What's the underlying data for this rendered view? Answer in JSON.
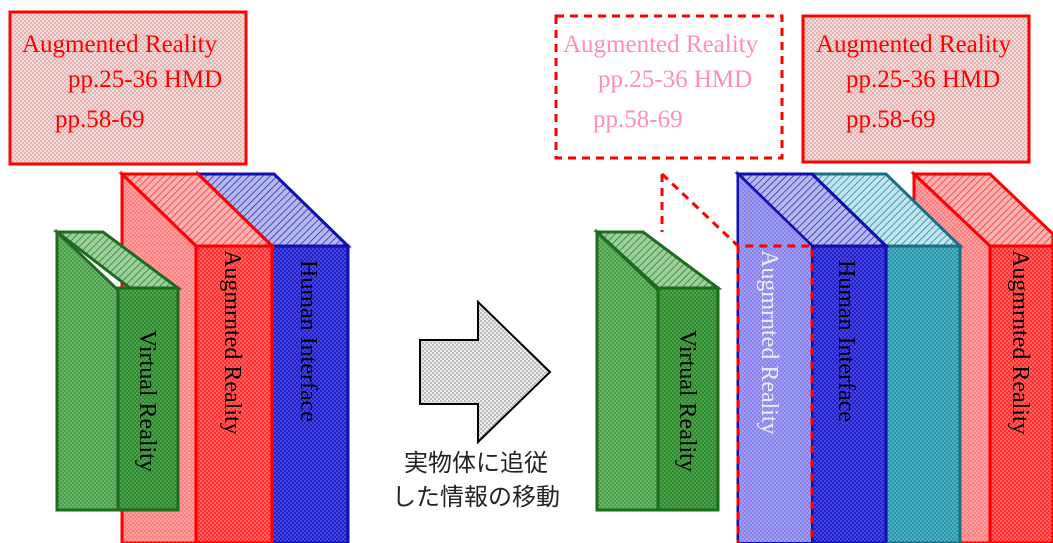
{
  "colors": {
    "red": "#ff0000",
    "red_fill": "#ff6a6a",
    "pink": "#ff8fb4",
    "green": "#1f6b1f",
    "green_fill": "#3e9a3e",
    "blue": "#1010b0",
    "blue_fill": "#2a2ad8",
    "teal": "#1a6f80",
    "teal_fill": "#2f9fb3",
    "violet_fill": "#7a78e8",
    "arrow_fill": "#e8e8e8"
  },
  "left_note": {
    "title": "Augmented Reality",
    "line1": "pp.25-36 HMD",
    "line2": "pp.58-69"
  },
  "ghost_note": {
    "title": "Augmented Reality",
    "line1": "pp.25-36 HMD",
    "line2": "pp.58-69"
  },
  "right_note": {
    "title": "Augmented Reality",
    "line1": "pp.25-36 HMD",
    "line2": "pp.58-69"
  },
  "left_books": {
    "virtual_reality": "Virtual Reality",
    "augmented_reality": "Augmrnted Reality",
    "human_interface": "Human Interface"
  },
  "right_books": {
    "virtual_reality": "Virtual Reality",
    "augmented_reality_moved": "Augmrnted Reality",
    "human_interface": "Human Interface",
    "augmented_reality": "Augmrnted Reality"
  },
  "caption": {
    "line1": "実物体に追従",
    "line2": "した情報の移動"
  },
  "icons": {
    "arrow": "right-arrow-icon"
  }
}
